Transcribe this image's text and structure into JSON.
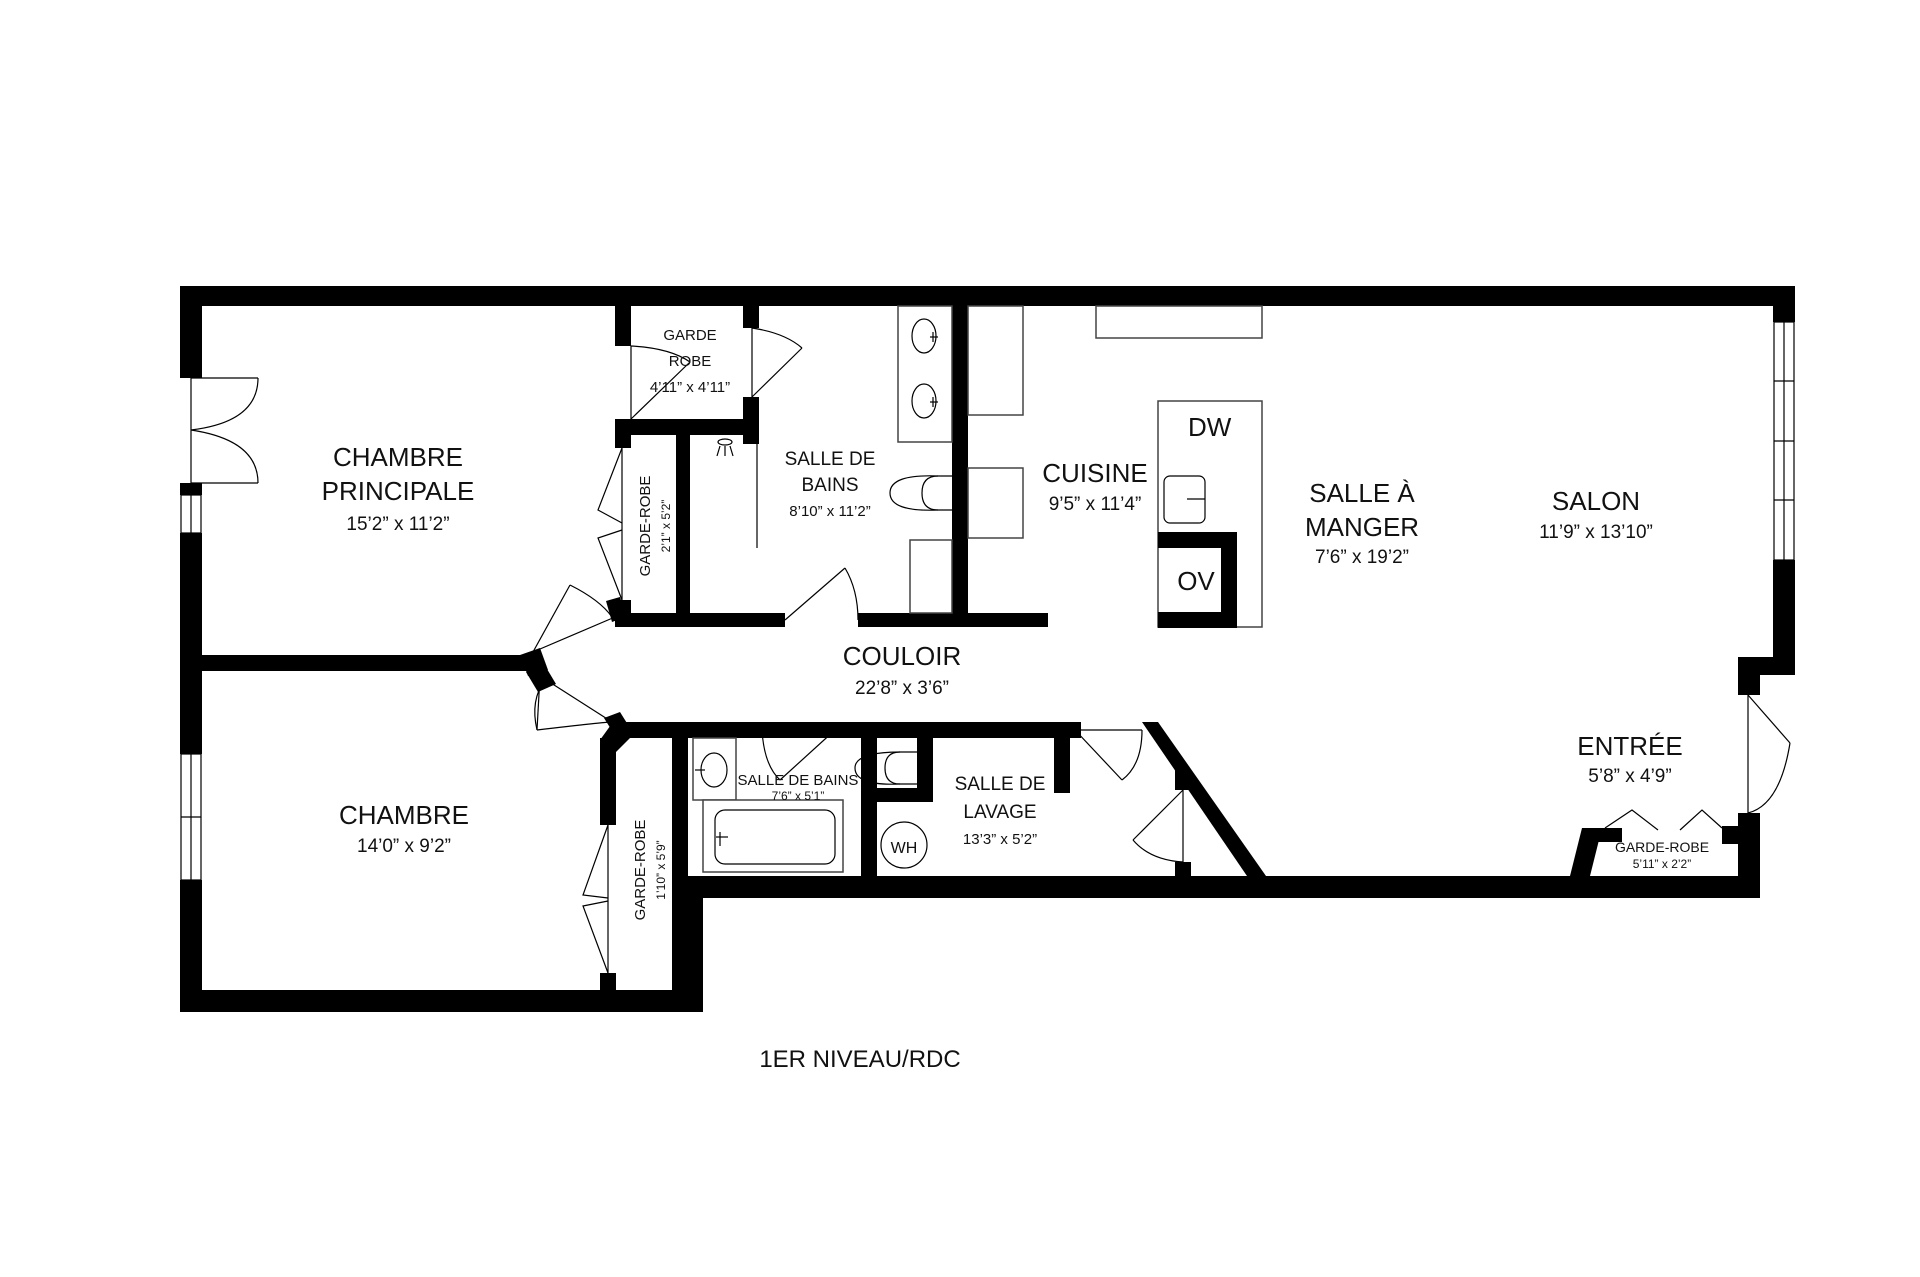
{
  "plan": {
    "title": "1ER NIVEAU/RDC",
    "wall_color": "#000000",
    "background": "#ffffff"
  },
  "rooms": {
    "chambre_principale": {
      "name_line1": "CHAMBRE",
      "name_line2": "PRINCIPALE",
      "dims": "15’2” x 11’2”"
    },
    "garde_robe_top": {
      "name_line1": "GARDE",
      "name_line2": "ROBE",
      "dims": "4’11” x 4’11”"
    },
    "garde_robe_left": {
      "name": "GARDE-ROBE",
      "dims": "2’1” x 5’2”"
    },
    "salle_de_bains_main": {
      "name_line1": "SALLE DE",
      "name_line2": "BAINS",
      "dims": "8’10” x 11’2”"
    },
    "cuisine": {
      "name": "CUISINE",
      "dims": "9’5” x 11’4”"
    },
    "salle_a_manger": {
      "name_line1": "SALLE À",
      "name_line2": "MANGER",
      "dims": "7’6” x 19’2”"
    },
    "salon": {
      "name": "SALON",
      "dims": "11’9” x 13’10”"
    },
    "couloir": {
      "name": "COULOIR",
      "dims": "22’8” x 3’6”"
    },
    "chambre": {
      "name": "CHAMBRE",
      "dims": "14’0” x 9’2”"
    },
    "garde_robe_chambre": {
      "name": "GARDE-ROBE",
      "dims": "1’10” x 5’9”"
    },
    "salle_de_bains_small": {
      "name": "SALLE DE BAINS",
      "dims": "7’6” x 5’1”"
    },
    "salle_de_lavage": {
      "name_line1": "SALLE DE",
      "name_line2": "LAVAGE",
      "dims": "13’3” x 5’2”"
    },
    "entree": {
      "name": "ENTRÉE",
      "dims": "5’8” x 4’9”"
    },
    "garde_robe_entree": {
      "name": "GARDE-ROBE",
      "dims": "5’11” x 2’2”"
    }
  },
  "appliances": {
    "dishwasher": "DW",
    "oven": "OV",
    "water_heater": "WH"
  }
}
